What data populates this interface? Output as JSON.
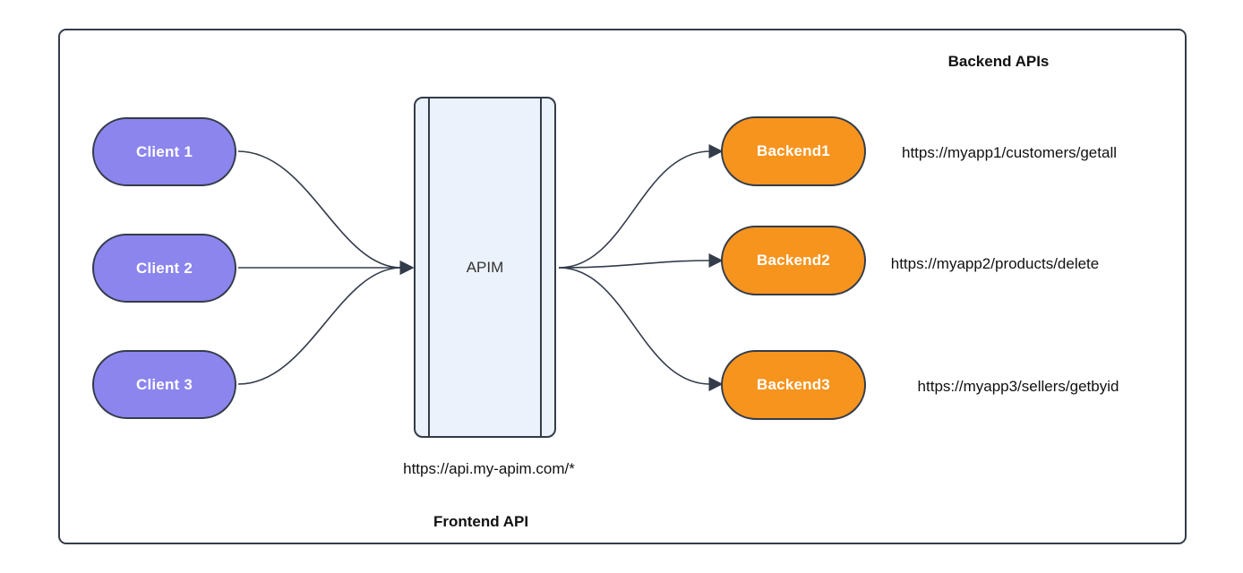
{
  "colors": {
    "client_fill": "#8C85EE",
    "backend_fill": "#F7941E",
    "apim_fill": "#EBF2FC",
    "stroke": "#343C4A",
    "node_text": "#FFFFFF",
    "text": "#111111",
    "background": "#FFFFFF"
  },
  "clients": [
    {
      "label": "Client 1"
    },
    {
      "label": "Client 2"
    },
    {
      "label": "Client 3"
    }
  ],
  "gateway": {
    "label": "APIM",
    "url": "https://api.my-apim.com/*",
    "caption": "Frontend API"
  },
  "backends": {
    "heading": "Backend APIs",
    "items": [
      {
        "label": "Backend1",
        "url": "https://myapp1/customers/getall"
      },
      {
        "label": "Backend2",
        "url": "https://myapp2/products/delete"
      },
      {
        "label": "Backend3",
        "url": "https://myapp3/sellers/getbyid"
      }
    ]
  }
}
